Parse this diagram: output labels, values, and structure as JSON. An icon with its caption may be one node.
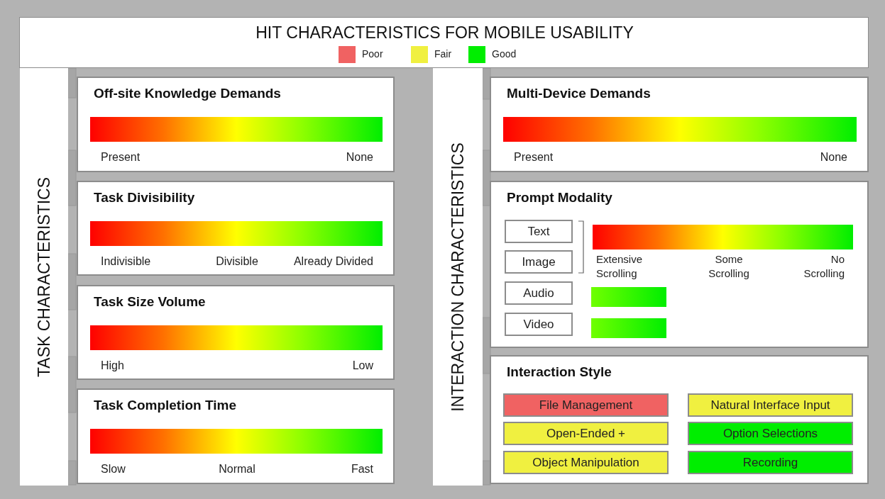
{
  "diagram": {
    "title": "HIT CHARACTERISTICS FOR MOBILE USABILITY",
    "nodes": [
      {
        "text": [
          "TASK CHARACTERISTICS"
        ]
      },
      {
        "text": [
          "Off-site Knowledge Demands",
          "Present",
          "None"
        ]
      },
      {
        "text": [],
        "shape": "bar",
        "in": 1
      },
      {
        "text": [
          "Task Divisibility",
          "Indivisible",
          "Divisible",
          "Already Divided"
        ]
      },
      {
        "text": [],
        "shape": "bar",
        "in": 3
      },
      {
        "text": [
          "Task Size Volume",
          "High",
          "Low"
        ]
      },
      {
        "text": [],
        "shape": "bar",
        "in": 5
      },
      {
        "text": [
          "Task Completion Time",
          "Slow",
          "Normal",
          "Fast"
        ]
      },
      {
        "text": [],
        "shape": "bar",
        "in": 7
      },
      {
        "text": [
          "INTERACTION CHARACTERISTICS"
        ]
      },
      {
        "text": [
          "Multi-Device Demands",
          "Present",
          "None"
        ]
      },
      {
        "text": [],
        "shape": "bar",
        "in": 10
      },
      {
        "text": [
          "Prompt Modality",
          "Extensive Scrolling",
          "Some Scrolling",
          "No Scrolling"
        ]
      },
      {
        "text": [
          "Text"
        ],
        "in": 12
      },
      {
        "text": [
          "Image"
        ],
        "in": 12
      },
      {
        "text": [],
        "shape": "bar",
        "in": 12
      },
      {
        "text": [
          "Audio"
        ],
        "in": 12
      },
      {
        "text": [],
        "shape": "bar",
        "in": 12
      },
      {
        "text": [
          "Video"
        ],
        "in": 12
      },
      {
        "text": [],
        "shape": "bar",
        "in": 12
      },
      {
        "text": [
          "Interaction Style"
        ]
      },
      {
        "text": [
          "File Management"
        ],
        "in": 20
      },
      {
        "text": [
          "Natural Interface Input"
        ],
        "in": 20
      },
      {
        "text": [
          "Open-Ended +"
        ],
        "in": 20
      },
      {
        "text": [
          "Option Selections"
        ],
        "in": 20
      },
      {
        "text": [
          "Object Manipulation"
        ],
        "in": 20
      },
      {
        "text": [
          "Recording"
        ],
        "in": 20
      }
    ],
    "legend": [
      {
        "text": "Poor",
        "color": "#f06262"
      },
      {
        "text": "Fair",
        "color": "#f0f040"
      },
      {
        "text": "Good",
        "color": "#00ee00"
      }
    ]
  }
}
